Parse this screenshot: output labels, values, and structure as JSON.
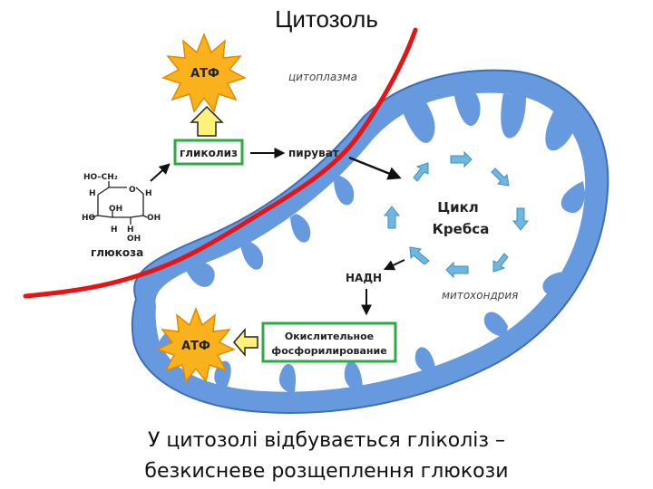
{
  "title": "Цитозоль",
  "labels": {
    "atp_top": "АТФ",
    "atp_bottom": "АТФ",
    "cytoplasm": "цитоплазма",
    "glycolysis": "гликолиз",
    "pyruvate": "пируват",
    "krebs_line1": "Цикл",
    "krebs_line2": "Кребса",
    "nadh": "НАДН",
    "mitochondria": "митохондрия",
    "oxphos_line1": "Окислительное",
    "oxphos_line2": "фосфорилирование",
    "glucose": "глюкоза"
  },
  "glucose_formula": {
    "top": "HO–CH₂",
    "h_left": "H",
    "h_right": "H",
    "ho": "HO",
    "oh_mid": "OH",
    "oh_right": "OH",
    "h_bot1": "H",
    "h_bot2": "H",
    "oh_bot": "OH",
    "ring_o": "O"
  },
  "caption": {
    "line1": "У цитозолі відбувається гліколіз –",
    "line2": "безкисневе розщеплення глюкози"
  },
  "colors": {
    "membrane": "#6699dd",
    "membrane_dark": "#3c6fb8",
    "boundary": "#e81414",
    "box_border": "#2eaa44",
    "star_fill": "#f9b21b",
    "up_arrow_fill": "#fff27a",
    "krebs_arrow": "#6fb7e0"
  }
}
